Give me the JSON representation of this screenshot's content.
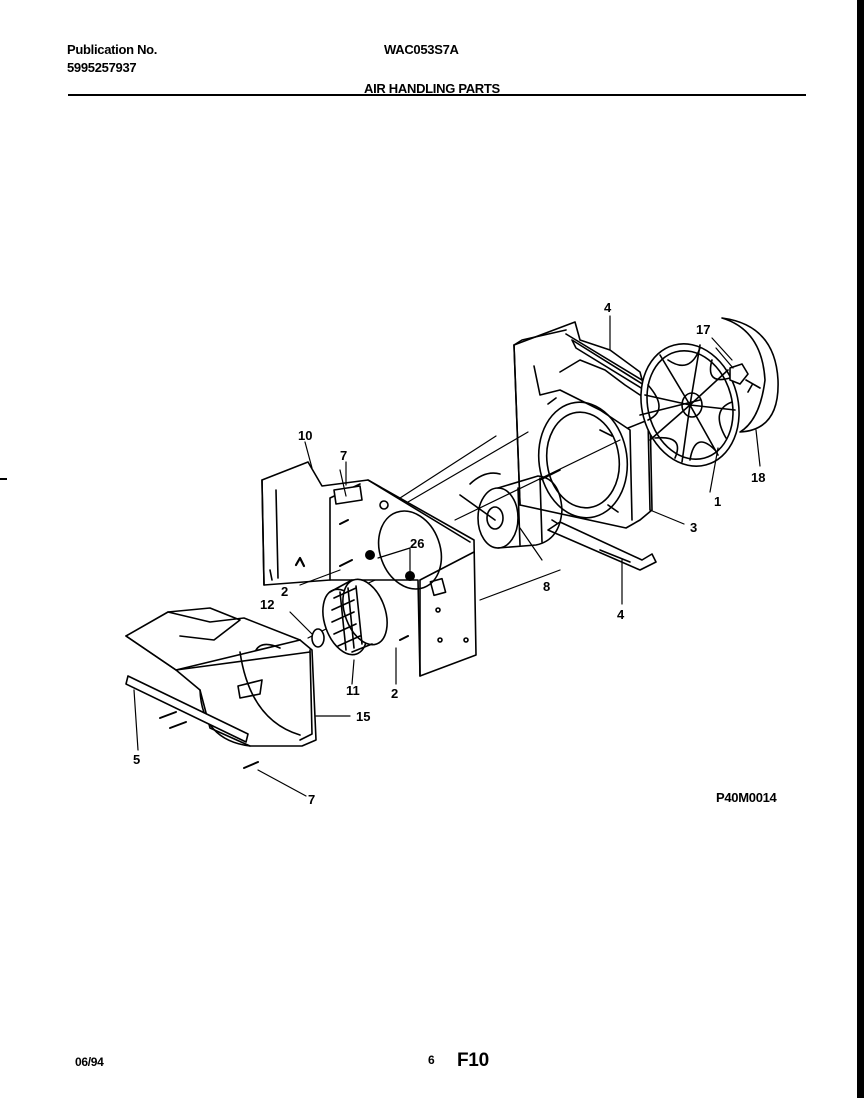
{
  "header": {
    "publication_label": "Publication No.",
    "publication_number": "5995257937",
    "model": "WAC053S7A",
    "section_title": "AIR HANDLING PARTS"
  },
  "figure_code": "P40M0014",
  "footer": {
    "date": "06/94",
    "page": "6",
    "figure": "F10"
  },
  "callouts": {
    "c4_top": "4",
    "c17": "17",
    "c10": "10",
    "c7_top": "7",
    "c26": "26",
    "c1": "1",
    "c18": "18",
    "c3": "3",
    "c2_left": "2",
    "c8": "8",
    "c12": "12",
    "c4_bottom": "4",
    "c11": "11",
    "c2_bottom": "2",
    "c15": "15",
    "c5": "5",
    "c7_bottom": "7"
  }
}
